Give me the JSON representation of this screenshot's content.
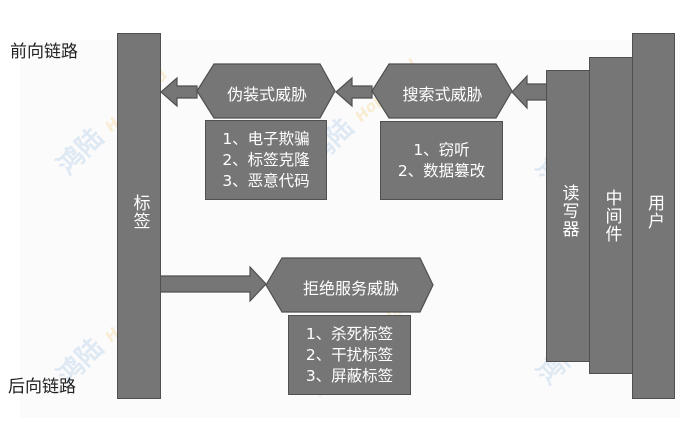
{
  "labels": {
    "forward_link": "前向链路",
    "backward_link": "后向链路"
  },
  "nodes": {
    "tag": "标签",
    "reader": "读写器",
    "middleware": "中间件",
    "user": "用户"
  },
  "threats": [
    {
      "title": "伪装式威胁",
      "items": [
        "1、电子欺骗",
        "2、标签克隆",
        "3、恶意代码"
      ]
    },
    {
      "title": "搜索式威胁",
      "items": [
        "1、窃听",
        "2、数据篡改"
      ]
    },
    {
      "title": "拒绝服务威胁",
      "items": [
        "1、杀死标签",
        "2、干扰标签",
        "3、屏蔽标签"
      ]
    }
  ],
  "watermark": {
    "main": "鸿陆",
    "sub": "Hopeland"
  },
  "colors": {
    "shape_fill": "#767676",
    "shape_stroke": "#505050",
    "text_on_shape": "#ffffff",
    "label_text": "#222222"
  }
}
